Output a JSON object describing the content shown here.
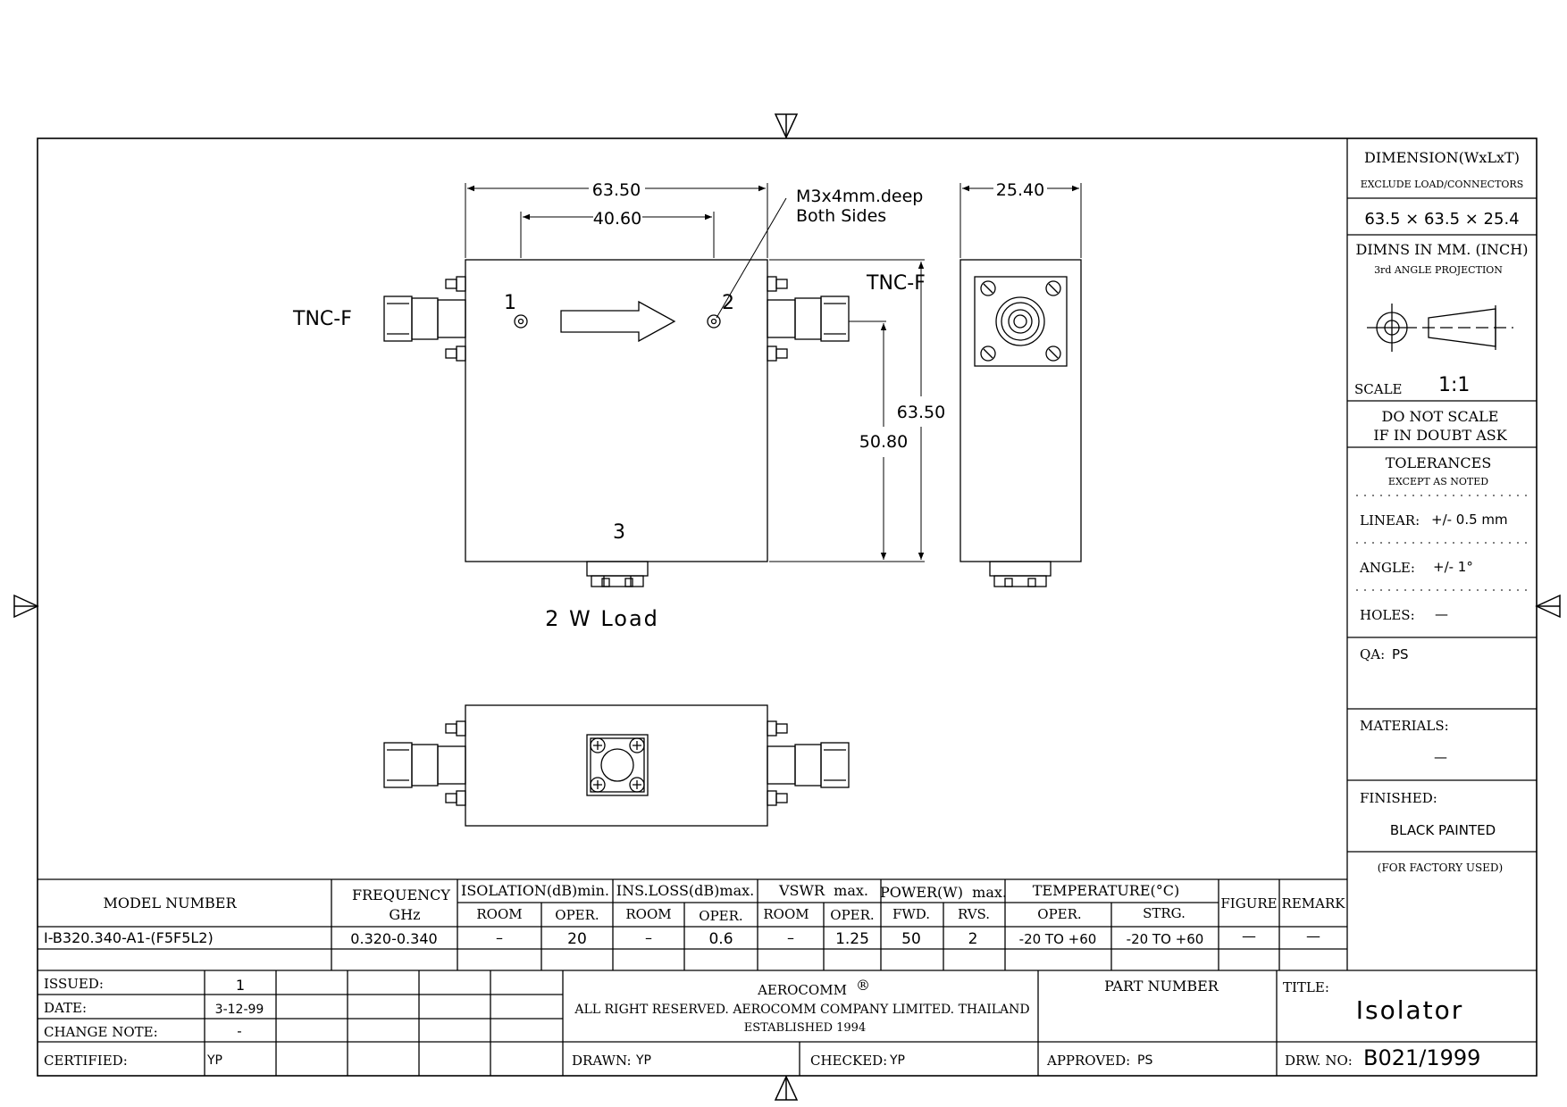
{
  "drawing": {
    "top_view": {
      "dim_width": "63.50",
      "dim_hole_spacing": "40.60",
      "note_line1": "M3x4mm.deep",
      "note_line2": "Both Sides",
      "connector_left": "TNC-F",
      "connector_right": "TNC-F",
      "port1": "1",
      "port2": "2",
      "port3": "3",
      "dim_height": "63.50",
      "dim_port_height": "50.80",
      "load_label": "2 W Load"
    },
    "side_view": {
      "dim_thickness": "25.40"
    }
  },
  "sidebar": {
    "dimension_title": "DIMENSION(WxLxT)",
    "dimension_sub": "EXCLUDE LOAD/CONNECTORS",
    "dimension_value": "63.5 × 63.5 × 25.4",
    "dimns_title": "DIMNS IN MM. (INCH)",
    "projection": "3rd ANGLE PROJECTION",
    "scale_label": "SCALE",
    "scale_value": "1:1",
    "do_not_scale_1": "DO NOT SCALE",
    "do_not_scale_2": "IF IN DOUBT ASK",
    "tolerances_title": "TOLERANCES",
    "tolerances_sub": "EXCEPT AS NOTED",
    "linear_label": "LINEAR:",
    "linear_value": "+/- 0.5 mm",
    "angle_label": "ANGLE:",
    "angle_value": "+/- 1°",
    "holes_label": "HOLES:",
    "holes_value": "—",
    "qa_label": "QA:",
    "qa_value": "PS",
    "materials_label": "MATERIALS:",
    "materials_value": "—",
    "finished_label": "FINISHED:",
    "finished_value": "BLACK PAINTED",
    "factory_note": "(FOR FACTORY USED)"
  },
  "spec_table": {
    "headers": {
      "model_number": "MODEL NUMBER",
      "frequency_1": "FREQUENCY",
      "frequency_2": "GHz",
      "isolation": "ISOLATION(dB)min.",
      "ins_loss": "INS.LOSS(dB)max.",
      "vswr": "VSWR  max.",
      "power": "POWER(W)  max.",
      "temperature": "TEMPERATURE(°C)",
      "figure": "FIGURE",
      "remark": "REMARK",
      "room": "ROOM",
      "oper": "OPER.",
      "fwd": "FWD.",
      "rvs": "RVS.",
      "strg": "STRG."
    },
    "row": {
      "model": "I-B320.340-A1-(F5F5L2)",
      "frequency": "0.320-0.340",
      "isolation_room": "–",
      "isolation_oper": "20",
      "insloss_room": "–",
      "insloss_oper": "0.6",
      "vswr_room": "–",
      "vswr_oper": "1.25",
      "power_fwd": "50",
      "power_rvs": "2",
      "temp_oper": "-20 TO +60",
      "temp_strg": "-20 TO +60",
      "figure": "—",
      "remark": "—"
    }
  },
  "title_block": {
    "issued_label": "ISSUED:",
    "issued_value": "1",
    "date_label": "DATE:",
    "date_value": "3-12-99",
    "change_note_label": "CHANGE NOTE:",
    "change_note_value": "-",
    "certified_label": "CERTIFIED:",
    "certified_value": "YP",
    "company": "AEROCOMM",
    "registered": "®",
    "rights": "ALL RIGHT RESERVED. AEROCOMM COMPANY LIMITED. THAILAND",
    "established": "ESTABLISHED 1994",
    "part_number_label": "PART NUMBER",
    "title_label": "TITLE:",
    "title_value": "Isolator",
    "drawn_label": "DRAWN:",
    "drawn_value": "YP",
    "checked_label": "CHECKED:",
    "checked_value": "YP",
    "approved_label": "APPROVED:",
    "approved_value": "PS",
    "drw_no_label": "DRW. NO:",
    "drw_no_value": "B021/1999"
  }
}
